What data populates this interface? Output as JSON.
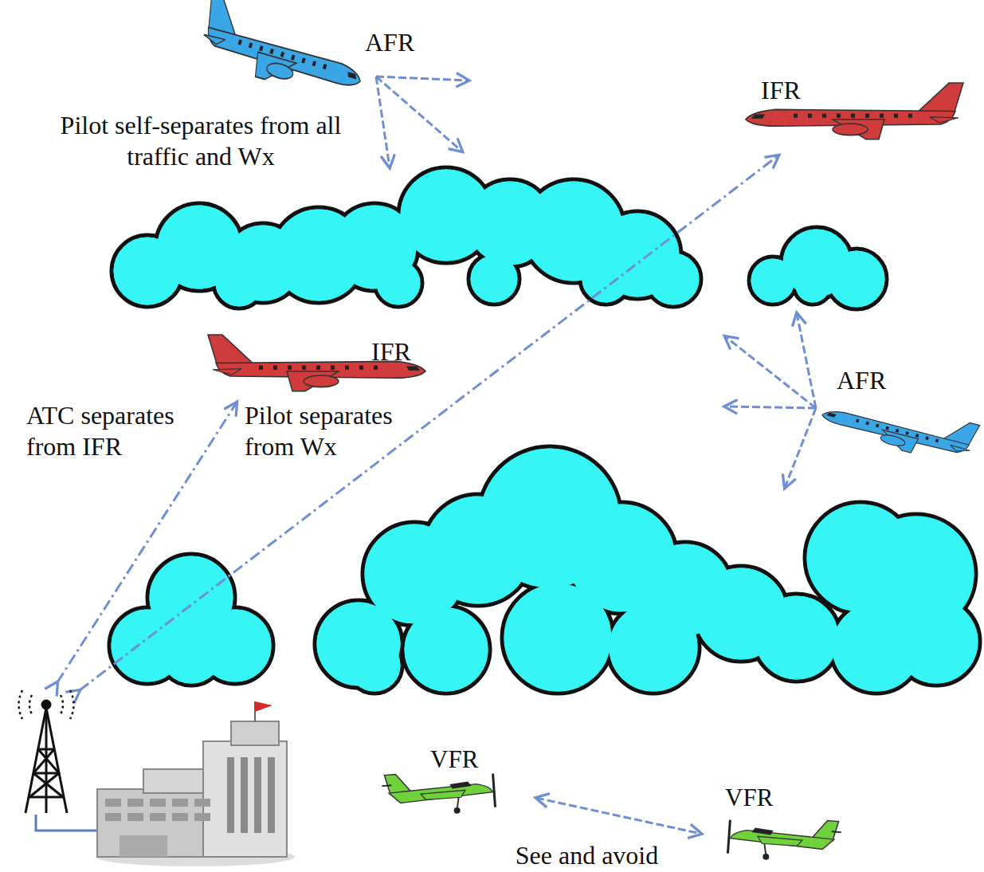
{
  "diagram": {
    "nodes": [
      {
        "text": [
          "AFR"
        ]
      },
      {
        "text": [
          "IFR"
        ]
      },
      {
        "text": [
          "IFR"
        ]
      },
      {
        "text": [
          "AFR"
        ]
      },
      {
        "text": [
          "VFR"
        ]
      },
      {
        "text": [
          "VFR"
        ]
      }
    ],
    "edges": [
      {
        "from": 4,
        "to": 5,
        "label": "See and avoid",
        "arrow": "both"
      }
    ],
    "labels": [
      "Pilot self-separates from all traffic and Wx",
      "ATC separates from IFR",
      "Pilot separates from Wx"
    ]
  }
}
